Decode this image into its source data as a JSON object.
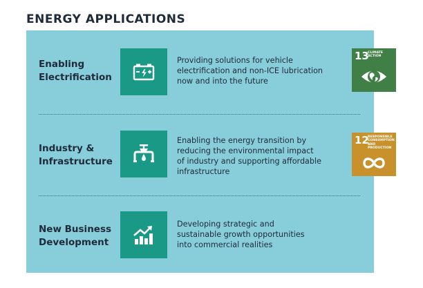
{
  "header": {
    "title": "ENERGY APPLICATIONS"
  },
  "colors": {
    "panel": "#87cdda",
    "icon_tile": "#1a9987",
    "sdg_13": "#407f46",
    "sdg_12": "#c9912b",
    "text": "#1f2a3a"
  },
  "rows": [
    {
      "title": "Enabling\nElectrification",
      "icon": "battery-icon",
      "description": "Providing solutions for vehicle\nelectrification and non-ICE lubrication\nnow and into the future"
    },
    {
      "title": "Industry &\nInfrastructure",
      "icon": "pipeline-valve-icon",
      "description": "Enabling the energy transition by\nreducing the environmental impact\nof industry and supporting affordable\ninfrastructure"
    },
    {
      "title": "New Business\nDevelopment",
      "icon": "growth-chart-icon",
      "description": "Developing strategic and\nsustainable growth opportunities\ninto commercial realities"
    }
  ],
  "sdg_badges": [
    {
      "number": "13",
      "label": "CLIMATE\nACTION",
      "icon": "eye-globe-icon"
    },
    {
      "number": "12",
      "label": "RESPONSIBLE\nCONSUMPTION\nAND PRODUCTION",
      "icon": "infinity-icon"
    }
  ]
}
